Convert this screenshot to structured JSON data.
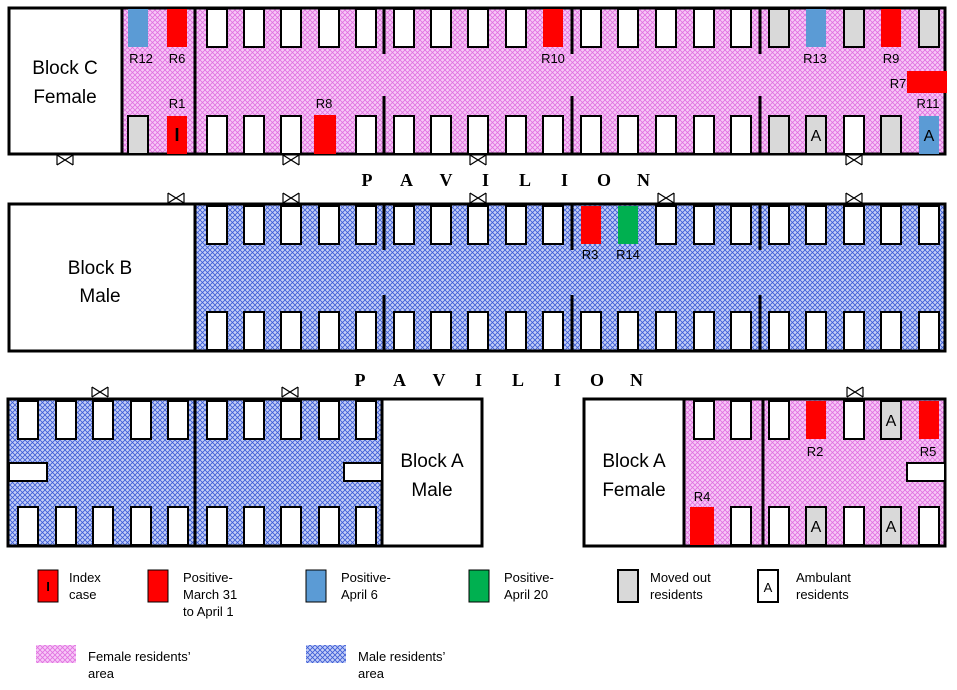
{
  "colors": {
    "female_area": "#f3b6f3",
    "male_area": "#a9b9f2",
    "positive_mar31_apr1": "#ff0000",
    "positive_apr6": "#5b9bd5",
    "positive_apr20": "#00b050",
    "moved_out": "#d9d9d9"
  },
  "blocks": {
    "c_female": [
      "Block C",
      "Female"
    ],
    "b_male": [
      "Block B",
      "Male"
    ],
    "a_male": [
      "Block A",
      "Male"
    ],
    "a_female": [
      "Block A",
      "Female"
    ]
  },
  "pavilion": [
    "P",
    "A",
    "V",
    "I",
    "L",
    "I",
    "O",
    "N"
  ],
  "residents": {
    "r12": "R12",
    "r6": "R6",
    "r10": "R10",
    "r13": "R13",
    "r9": "R9",
    "r7": "R7",
    "r1": "R1",
    "r8": "R8",
    "r11": "R11",
    "r3": "R3",
    "r14": "R14",
    "r4": "R4",
    "r2": "R2",
    "r5": "R5"
  },
  "marks": {
    "index": "I",
    "ambulant": "A"
  },
  "legend": {
    "index": [
      "Index",
      "case"
    ],
    "pos1": [
      "Positive-",
      "March 31",
      "to April 1"
    ],
    "pos2": [
      "Positive-",
      "April 6"
    ],
    "pos3": [
      "Positive-",
      "April 20"
    ],
    "moved": [
      "Moved out",
      "residents"
    ],
    "ambulant": [
      "Ambulant",
      "residents"
    ],
    "female": [
      "Female residents’",
      "area"
    ],
    "male": [
      "Male residents’",
      "area"
    ]
  }
}
